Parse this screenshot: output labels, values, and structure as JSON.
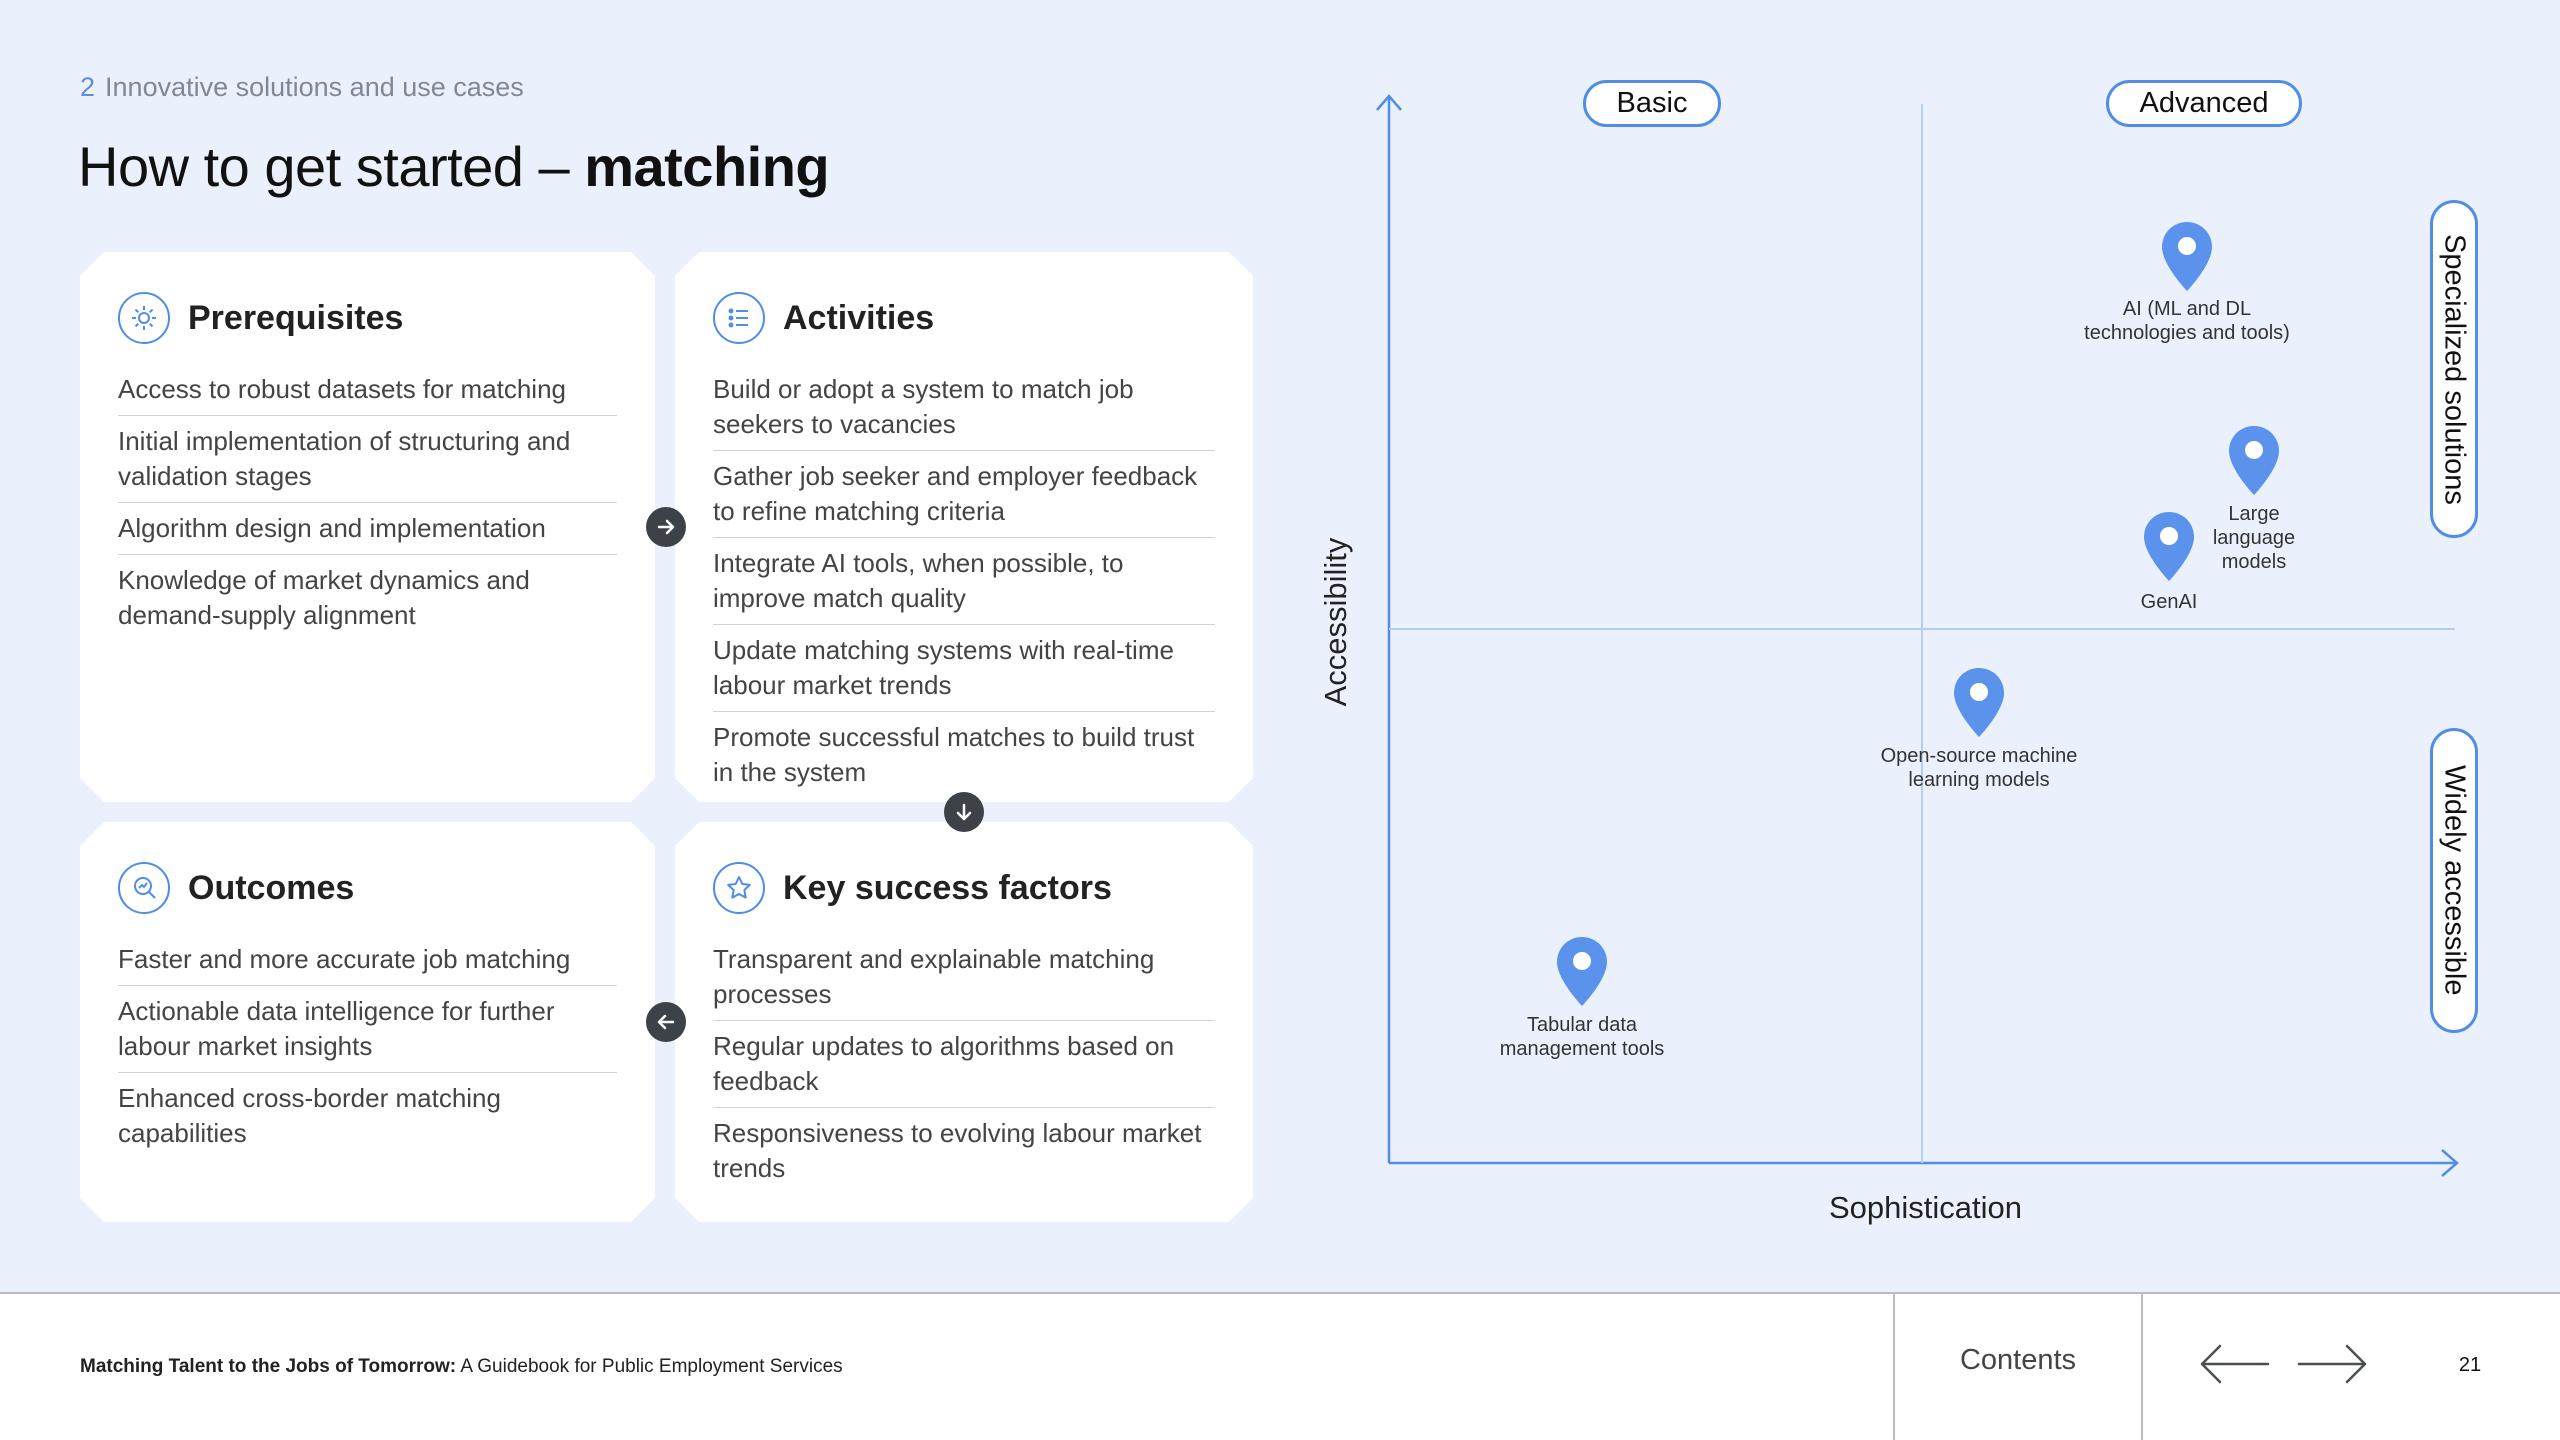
{
  "header": {
    "section_number": "2",
    "section_title": "Innovative solutions and use cases",
    "title_prefix": "How to get started – ",
    "title_bold": "matching"
  },
  "cards": {
    "prerequisites": {
      "title": "Prerequisites",
      "icon": "gear-icon",
      "items": [
        "Access to robust datasets for matching",
        "Initial implementation of structuring and validation stages",
        "Algorithm design and implementation",
        "Knowledge of market dynamics and demand-supply alignment"
      ]
    },
    "activities": {
      "title": "Activities",
      "icon": "list-icon",
      "items": [
        "Build or adopt a system to match job seekers to vacancies",
        "Gather job seeker and employer feedback to refine matching criteria",
        "Integrate AI tools, when possible, to improve match quality",
        "Update matching systems with real-time labour market trends",
        "Promote successful matches to build trust in the system"
      ]
    },
    "outcomes": {
      "title": "Outcomes",
      "icon": "magnifier-chart-icon",
      "items": [
        "Faster and more accurate job matching",
        "Actionable data intelligence for further labour market insights",
        "Enhanced cross-border matching capabilities"
      ]
    },
    "key_success_factors": {
      "title": "Key success factors",
      "icon": "star-icon",
      "items": [
        "Transparent and explainable matching processes",
        "Regular updates to algorithms based on feedback",
        "Responsiveness to evolving labour market trends"
      ]
    }
  },
  "matrix": {
    "top_labels": [
      "Basic",
      "Advanced"
    ],
    "right_labels": [
      "Specialized solutions",
      "Widely accessible"
    ],
    "x_axis_label": "Sophistication",
    "y_axis_label": "Accessibility",
    "pins": [
      {
        "label": "AI (ML and DL technologies and tools)"
      },
      {
        "label": "Large language models"
      },
      {
        "label": "GenAI"
      },
      {
        "label": "Open-source machine learning models"
      },
      {
        "label": "Tabular data management tools"
      }
    ],
    "accent_color": "#4f8de6"
  },
  "footer": {
    "doc_title_bold": "Matching Talent to the Jobs of Tomorrow:",
    "doc_subtitle": "A Guidebook for Public Employment Services",
    "contents_label": "Contents",
    "page_number": "21"
  }
}
